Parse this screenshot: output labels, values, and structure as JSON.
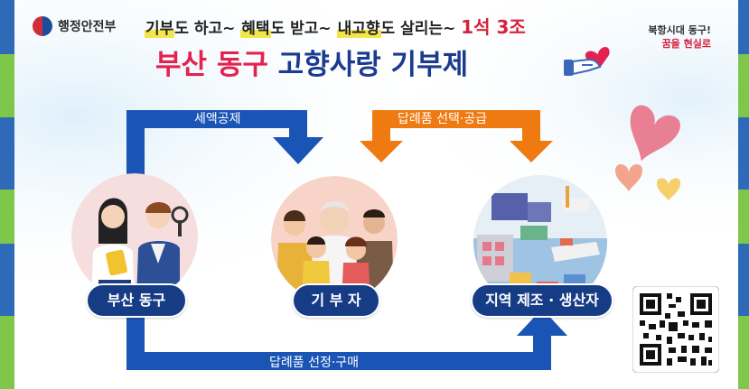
{
  "header": {
    "ministry": "행정안전부",
    "tagline": {
      "part1": "기부",
      "part2": "도 하고~ ",
      "part3": "혜택",
      "part4": "도 받고~ ",
      "part5": "내고향",
      "part6": "도 살리는~ ",
      "part7": "1석 3조"
    },
    "title_red": "부산 동구",
    "title_blue": "고향사랑 기부제",
    "slogan_line1": "북항시대 동구!",
    "slogan_line2": "꿈을 현실로"
  },
  "flow": {
    "tax_credit": "세액공제",
    "gift_supply": "답례품 선택·공급",
    "gift_select": "답례품 선정·구매"
  },
  "nodes": {
    "busan": "부산 동구",
    "donor": "기 부 자",
    "local": "지역 제조 · 생산자"
  },
  "colors": {
    "blue": "#1a54b4",
    "orange": "#ef7a12",
    "navy": "#173c86",
    "red": "#e3234f",
    "green": "#6fbe45",
    "pink": "#e86a7f"
  },
  "icons": [
    "taeguk-emblem-icon",
    "heart-hand-icon",
    "qr-code-icon",
    "heart-icon"
  ]
}
